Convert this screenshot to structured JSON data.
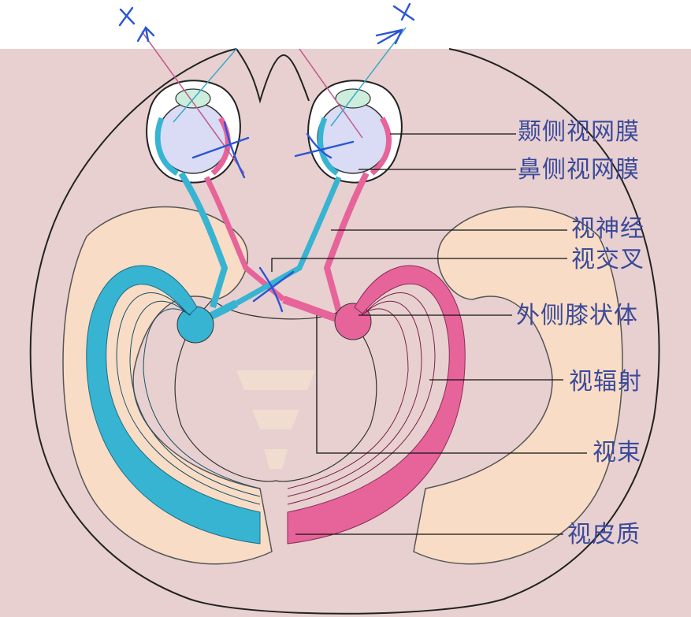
{
  "labels": {
    "temporal_retina": "颞侧视网膜",
    "nasal_retina": "鼻侧视网膜",
    "optic_nerve": "视神经",
    "optic_chiasm": "视交叉",
    "lateral_geniculate": "外侧膝状体",
    "optic_radiation": "视辐射",
    "optic_tract": "视束",
    "visual_cortex": "视皮质"
  },
  "colors": {
    "panel": "#e8d0d0",
    "cortex": "#f8dcc6",
    "left_pathway": "#37b4d2",
    "right_pathway": "#e6649a",
    "eyeball": "#d9dcf4",
    "lens": "#cdeedd",
    "label_text": "#3a4a9a",
    "annotation_ink": "#2a55d6"
  },
  "annotations": {
    "left_cross": "x",
    "right_cross": "x"
  }
}
